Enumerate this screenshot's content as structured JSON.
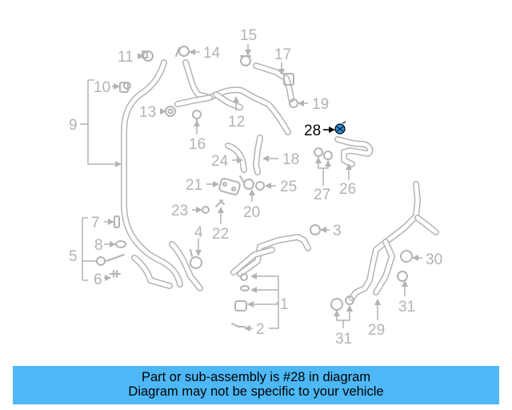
{
  "diagram": {
    "highlighted_part": "28",
    "labels": [
      "1",
      "2",
      "3",
      "4",
      "5",
      "6",
      "7",
      "8",
      "9",
      "10",
      "11",
      "12",
      "13",
      "14",
      "15",
      "16",
      "17",
      "18",
      "19",
      "20",
      "21",
      "22",
      "23",
      "24",
      "25",
      "26",
      "27",
      "28",
      "29",
      "30",
      "31"
    ]
  },
  "banner": {
    "line1": "Part or sub-assembly is #28 in diagram",
    "line2": "Diagram may not be specific to your vehicle"
  },
  "colors": {
    "banner_bg": "#4db8f5",
    "part_gray": "#b3b3b3",
    "highlight": "#2f8fe0"
  }
}
